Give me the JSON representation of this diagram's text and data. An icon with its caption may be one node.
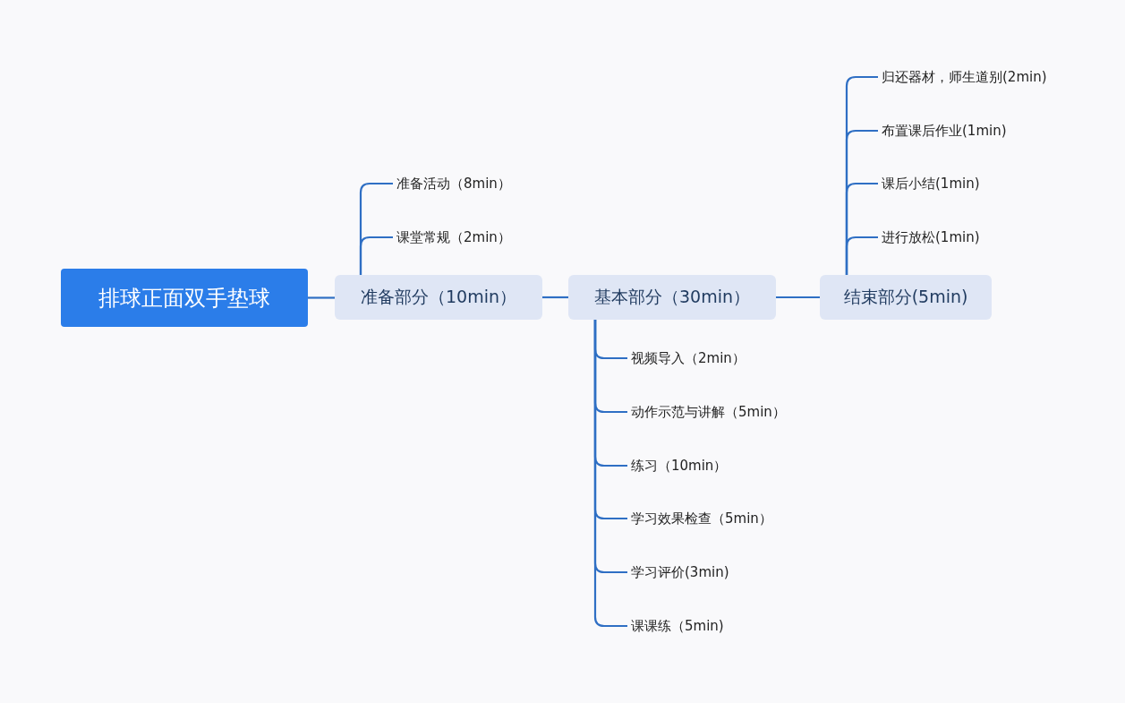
{
  "diagram": {
    "nodes": [
      {
        "text": [
          "排球正面双手垫球"
        ]
      },
      {
        "text": [
          "准备部分（10min）"
        ]
      },
      {
        "text": [
          "准备活动（8min）"
        ]
      },
      {
        "text": [
          "课堂常规（2min）"
        ]
      },
      {
        "text": [
          "基本部分（30min）"
        ]
      },
      {
        "text": [
          "视频导入（2min）"
        ]
      },
      {
        "text": [
          "动作示范与讲解（5min）"
        ]
      },
      {
        "text": [
          "练习（10min）"
        ]
      },
      {
        "text": [
          "学习效果检查（5min）"
        ]
      },
      {
        "text": [
          "学习评价(3min)"
        ]
      },
      {
        "text": [
          "课课练（5min)"
        ]
      },
      {
        "text": [
          "结束部分(5min)"
        ]
      },
      {
        "text": [
          "归还器材，师生道别(2min)"
        ]
      },
      {
        "text": [
          "布置课后作业(1min)"
        ]
      },
      {
        "text": [
          "课后小结(1min)"
        ]
      },
      {
        "text": [
          "进行放松(1min)"
        ]
      }
    ],
    "edges": [
      {
        "from": 0,
        "to": 1,
        "arrow": "none"
      },
      {
        "from": 1,
        "to": 2,
        "arrow": "none"
      },
      {
        "from": 1,
        "to": 3,
        "arrow": "none"
      },
      {
        "from": 1,
        "to": 4,
        "arrow": "none"
      },
      {
        "from": 4,
        "to": 5,
        "arrow": "none"
      },
      {
        "from": 4,
        "to": 6,
        "arrow": "none"
      },
      {
        "from": 4,
        "to": 7,
        "arrow": "none"
      },
      {
        "from": 4,
        "to": 8,
        "arrow": "none"
      },
      {
        "from": 4,
        "to": 9,
        "arrow": "none"
      },
      {
        "from": 4,
        "to": 10,
        "arrow": "none"
      },
      {
        "from": 4,
        "to": 11,
        "arrow": "none"
      },
      {
        "from": 11,
        "to": 12,
        "arrow": "none"
      },
      {
        "from": 11,
        "to": 13,
        "arrow": "none"
      },
      {
        "from": 11,
        "to": 14,
        "arrow": "none"
      },
      {
        "from": 11,
        "to": 15,
        "arrow": "none"
      }
    ]
  }
}
